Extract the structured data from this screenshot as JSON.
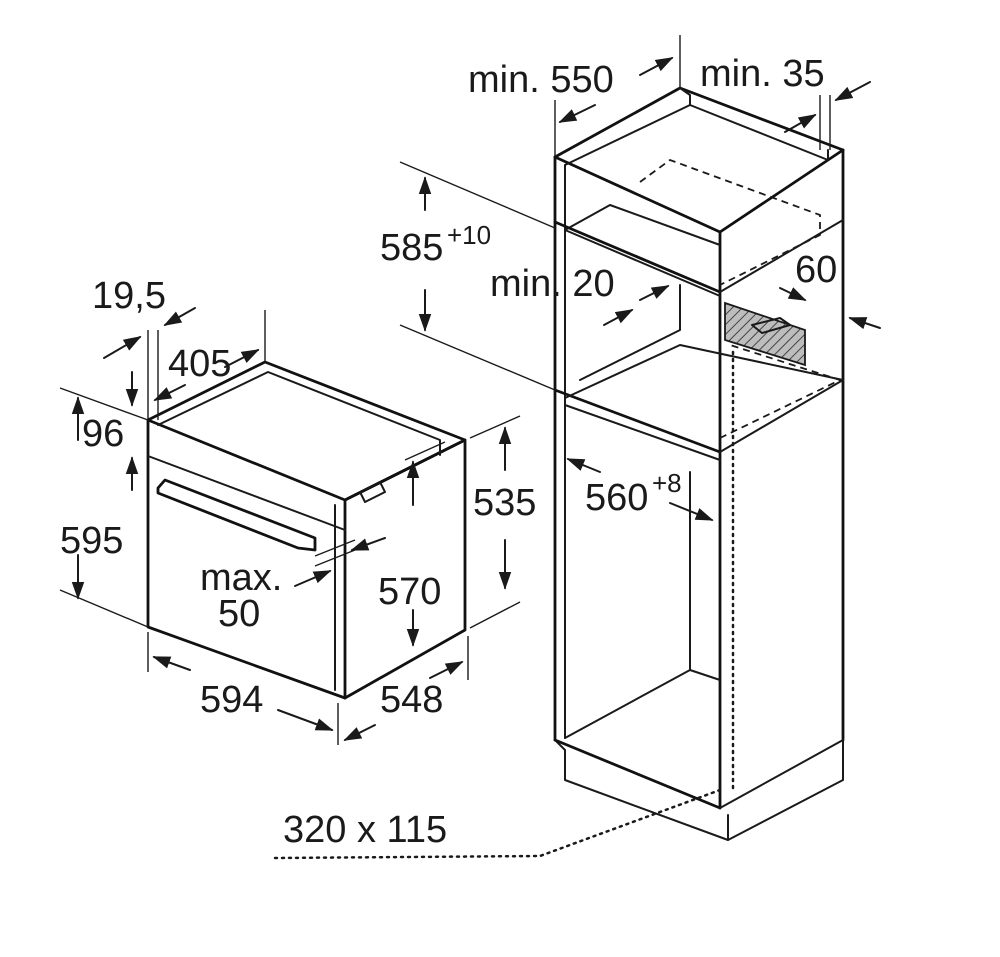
{
  "dimensions": {
    "oven_depth_top": "405",
    "oven_front_offset": "19,5",
    "oven_panel_height": "96",
    "oven_total_height": "595",
    "oven_body_height": "535",
    "oven_inner_height": "570",
    "oven_max_gap_line1": "max.",
    "oven_max_gap_line2": "50",
    "oven_width": "594",
    "oven_depth": "548",
    "cabinet_min_depth": "min. 550",
    "cabinet_min_rear_gap": "min. 35",
    "niche_height": "585",
    "niche_height_tol": "+10",
    "min_gap_top": "min. 20",
    "shelf_vent_gap": "60",
    "niche_width": "560",
    "niche_width_tol": "+8",
    "vent_opening": "320 x 115"
  },
  "colors": {
    "line": "#1a1a1a",
    "background": "#ffffff"
  }
}
